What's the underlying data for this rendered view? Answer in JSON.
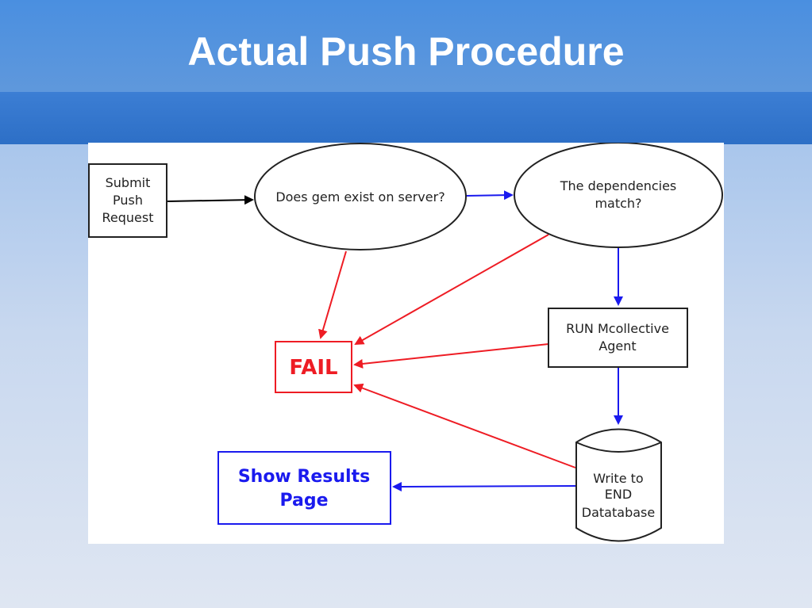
{
  "slide": {
    "title": "Actual Push Procedure"
  },
  "diagram": {
    "nodes": {
      "submit": {
        "lines": [
          "Submit",
          "Push",
          "Request"
        ]
      },
      "gem_exists": {
        "lines": [
          "Does gem exist on server?"
        ]
      },
      "deps_match": {
        "lines": [
          "The dependencies",
          "match?"
        ]
      },
      "run_agent": {
        "lines": [
          "RUN Mcollective",
          "Agent"
        ]
      },
      "fail": {
        "lines": [
          "FAIL"
        ]
      },
      "write_db": {
        "lines": [
          "Write to",
          "END",
          "Datatabase"
        ]
      },
      "show_results": {
        "lines": [
          "Show Results",
          "Page"
        ]
      }
    },
    "colors": {
      "neutral": "#000000",
      "success": "#1a1aee",
      "failure": "#ee1c24"
    }
  }
}
